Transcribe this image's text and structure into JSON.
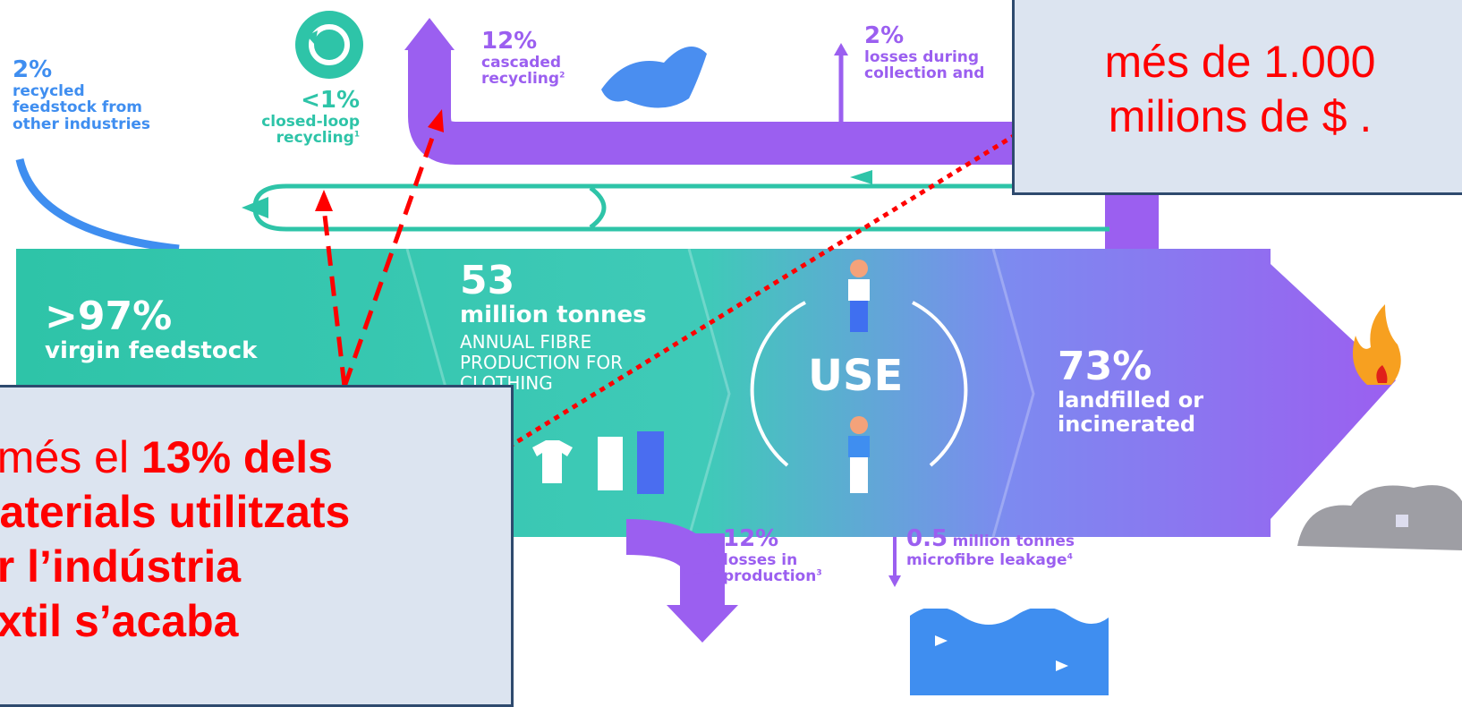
{
  "diagram": {
    "top_left": {
      "pct": "2%",
      "line1": "recycled",
      "line2": "feedstock from",
      "line3": "other industries"
    },
    "closed_loop": {
      "pct": "<1%",
      "line1": "closed-loop",
      "line2": "recycling",
      "sup": "1"
    },
    "cascaded": {
      "pct": "12%",
      "line1": "cascaded",
      "line2": "recycling",
      "sup": "2"
    },
    "collection": {
      "pct": "2%",
      "line1": "losses during",
      "line2": "collection and"
    },
    "virgin": {
      "pct": ">97%",
      "label": "virgin feedstock"
    },
    "production": {
      "number": "53",
      "unit": "million tonnes",
      "line1": "ANNUAL FIBRE",
      "line2": "PRODUCTION FOR",
      "line3": "CLOTHING"
    },
    "use": {
      "label": "USE"
    },
    "landfill": {
      "pct": "73%",
      "line1": "landfilled or",
      "line2": "incinerated"
    },
    "prod_losses": {
      "pct": "12%",
      "line1": "losses in",
      "line2": "production",
      "sup": "3"
    },
    "microfibre": {
      "pct": "0.5",
      "line1": "million tonnes",
      "line2": "microfibre leakage",
      "sup": "4"
    }
  },
  "callouts": {
    "top": {
      "line1": "més de 1.000",
      "line2": "milions de $ ."
    },
    "bottom": {
      "l1_normal": "omés el ",
      "l1_bold": "13% dels",
      "l2": "naterials utilitzats",
      "l3": "er l’indústria",
      "l4": "extil s’acaba"
    }
  },
  "colors": {
    "teal": "#2ec4a8",
    "purple": "#9b5ff0",
    "blue": "#3f8ef0",
    "callout_bg": "#dce4f0",
    "callout_border": "#2e4a6e",
    "red": "#ff0000"
  }
}
